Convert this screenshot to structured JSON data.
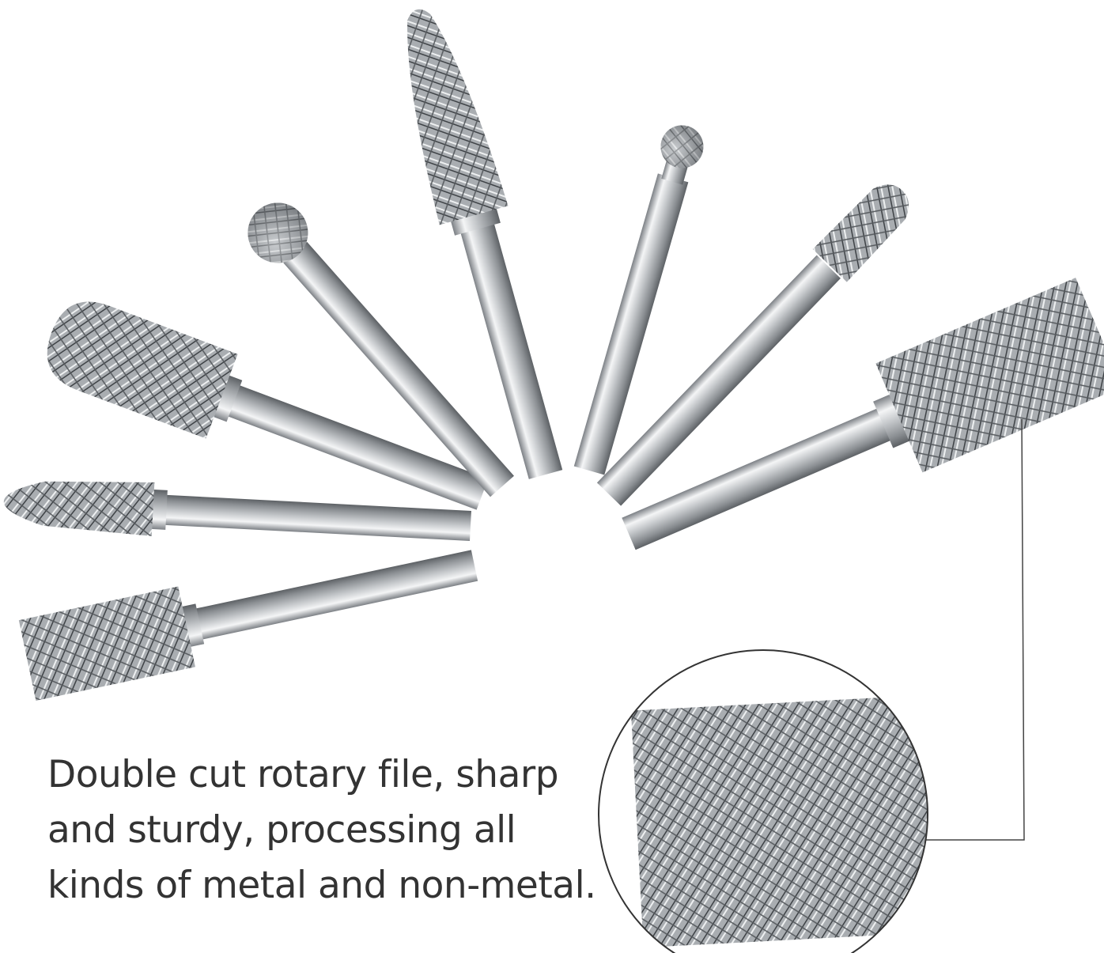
{
  "caption": {
    "lines": [
      "Double cut rotary file, sharp",
      "and sturdy, processing all",
      "kinds of metal and non-metal."
    ]
  },
  "colors": {
    "text": "#333333",
    "steel": "#b8bcc0",
    "background": "#ffffff"
  }
}
